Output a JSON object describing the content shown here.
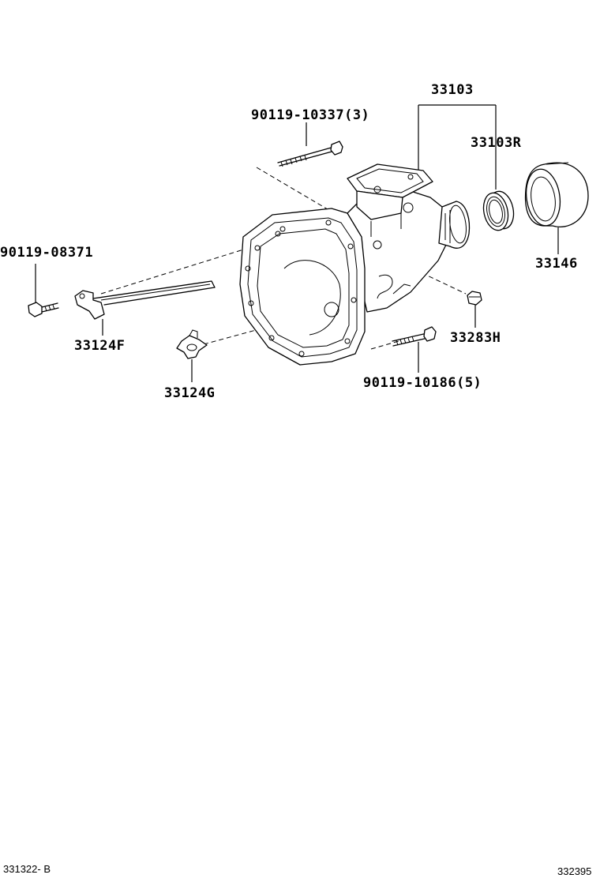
{
  "diagram": {
    "part_labels": {
      "p33103": "33103",
      "p33103r": "33103R",
      "p33146": "33146",
      "p90119_10337": "90119-10337(3)",
      "p90119_08371": "90119-08371",
      "p33124f": "33124F",
      "p33124g": "33124G",
      "p33283h": "33283H",
      "p90119_10186": "90119-10186(5)"
    },
    "footer": {
      "left_code": "331322- B",
      "right_code": "332395"
    }
  }
}
